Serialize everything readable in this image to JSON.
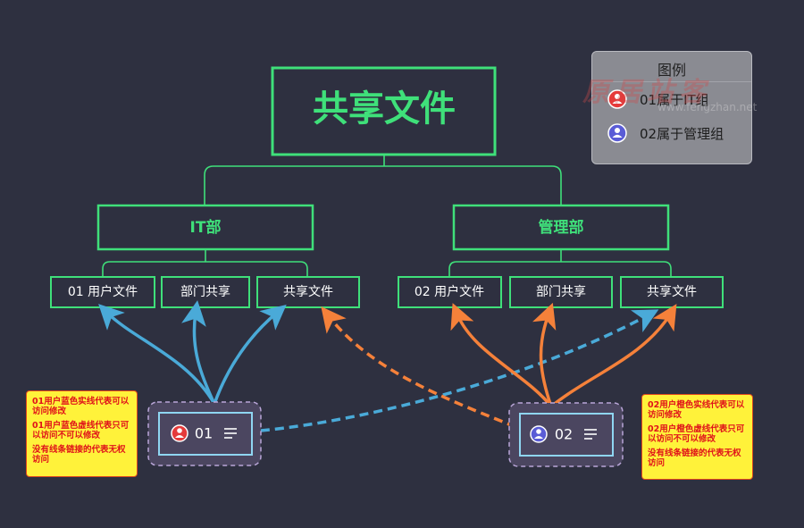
{
  "title": "共享文件",
  "departments": [
    {
      "label": "IT部",
      "folders": [
        "01 用户文件",
        "部门共享",
        "共享文件"
      ]
    },
    {
      "label": "管理部",
      "folders": [
        "02 用户文件",
        "部门共享",
        "共享文件"
      ]
    }
  ],
  "users": [
    {
      "label": "01",
      "icon": "user-red-icon",
      "color": "#e53a3a"
    },
    {
      "label": "02",
      "icon": "user-blue-icon",
      "color": "#5a5cd6"
    }
  ],
  "legend": {
    "title": "图例",
    "items": [
      {
        "label": "01属于IT组",
        "icon": "user-red-icon"
      },
      {
        "label": "02属于管理组",
        "icon": "user-blue-icon"
      }
    ]
  },
  "watermark": {
    "text": "原居站客",
    "sub": "www.fengzhan.net"
  },
  "notes": {
    "left": [
      "01用户蓝色实线代表可以访问修改",
      "01用户蓝色虚线代表只可以访问不可以修改",
      "没有线条链接的代表无权访问"
    ],
    "right": [
      "02用户橙色实线代表可以访问修改",
      "02用户橙色虚线代表只可以访问不可以修改",
      "没有线条链接的代表无权访问"
    ]
  },
  "colors": {
    "background": "#2e3040",
    "tree": "#3fe07a",
    "user1_arrows": "#4aaad8",
    "user2_arrows": "#f5813a"
  }
}
